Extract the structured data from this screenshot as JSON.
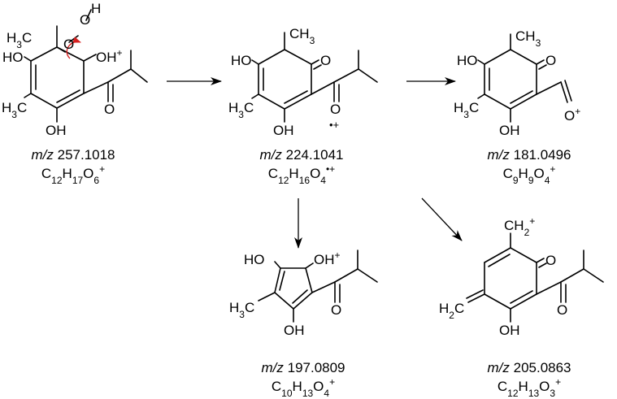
{
  "atoms": {
    "h": "H",
    "o": "O",
    "oh": "OH",
    "ho": "HO",
    "h3c": "H3C",
    "ch3": "CH3",
    "ohplus": "OH+",
    "h2c": "H2C",
    "ch2plus": "CH2+",
    "oplus": "O+"
  },
  "compounds": [
    {
      "id": "c257",
      "mz_label": "m/z",
      "mz_value": "257.1018",
      "formula_text": "C12H17O6+"
    },
    {
      "id": "c224",
      "mz_label": "m/z",
      "mz_value": "224.1041",
      "formula_text": "C12H16O4•+"
    },
    {
      "id": "c181",
      "mz_label": "m/z",
      "mz_value": "181.0496",
      "formula_text": "C9H9O4+"
    },
    {
      "id": "c197",
      "mz_label": "m/z",
      "mz_value": "197.0809",
      "formula_text": "C10H13O4+"
    },
    {
      "id": "c205",
      "mz_label": "m/z",
      "mz_value": "205.0863",
      "formula_text": "C12H13O3+"
    }
  ],
  "colors": {
    "ink": "#000000",
    "electron_arrow": "#d62020"
  }
}
